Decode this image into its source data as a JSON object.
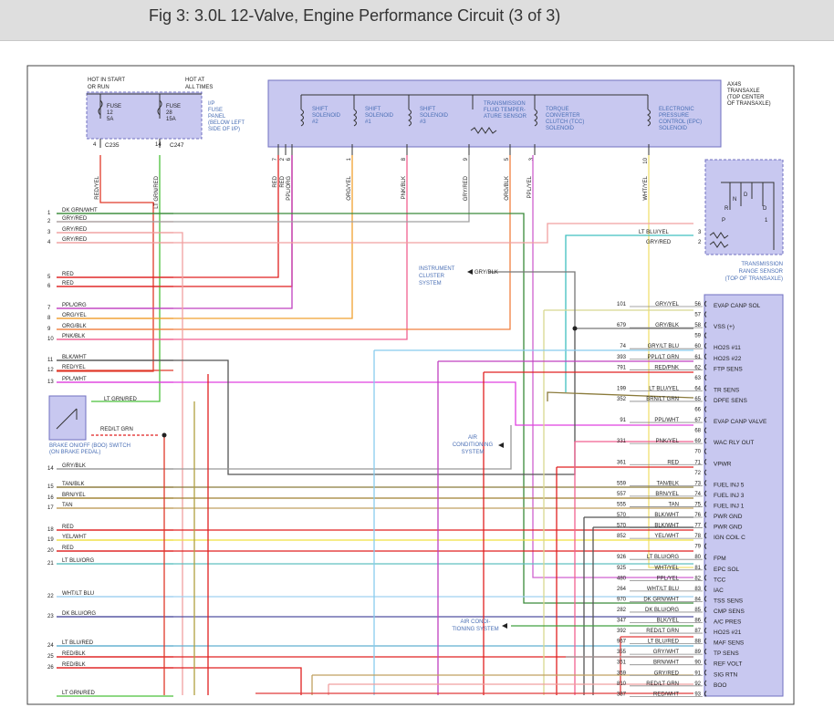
{
  "title": "Fig 3: 3.0L 12-Valve, Engine Performance Circuit (3 of 3)",
  "colors": {
    "component_fill": "#c8c8f0",
    "component_border": "#7070c0",
    "label_blue": "#4a6fb5"
  },
  "fuse_panel": {
    "hot_start_run": [
      "HOT IN START",
      "OR RUN"
    ],
    "hot_all_times": [
      "HOT AT",
      "ALL TIMES"
    ],
    "fuse1": [
      "FUSE",
      "12",
      "5A"
    ],
    "fuse2": [
      "FUSE",
      "28",
      "15A"
    ],
    "pin_left": "4",
    "pin_right": "14",
    "conn1": "C235",
    "conn2": "C247",
    "label": [
      "I/P",
      "FUSE",
      "PANEL",
      "(BELOW LEFT",
      "SIDE OF I/P)"
    ]
  },
  "transaxle": {
    "label": [
      "AX4S",
      "TRANSAXLE",
      "(TOP CENTER",
      "OF TRANSAXLE)"
    ],
    "solenoids": [
      [
        "SHIFT",
        "SOLENOID",
        "#2"
      ],
      [
        "SHIFT",
        "SOLENOID",
        "#1"
      ],
      [
        "SHIFT",
        "SOLENOID",
        "#3"
      ],
      [
        "TRANSMISSION",
        "FLUID TEMPER-",
        "ATURE SENSOR"
      ],
      [
        "TORQUE",
        "CONVERTER",
        "CLUTCH (TCC)",
        "SOLENOID"
      ],
      [
        "ELECTRONIC",
        "PRESSURE",
        "CONTROL (EPC)",
        "SOLENOID"
      ]
    ],
    "pins": [
      "7",
      "2",
      "6",
      "1",
      "8",
      "9",
      "5",
      "3",
      "10"
    ]
  },
  "vertical_wires": [
    {
      "label": "RED/YEL",
      "color": "#e03a2a"
    },
    {
      "label": "LT GRN/RED",
      "color": "#4ac03a"
    },
    {
      "label": "RED",
      "color": "#e02020"
    },
    {
      "label": "RED",
      "color": "#e02020"
    },
    {
      "label": "PPL/ORG",
      "color": "#c040c0"
    },
    {
      "label": "ORG/YEL",
      "color": "#f0a030"
    },
    {
      "label": "PNK/BLK",
      "color": "#f06090"
    },
    {
      "label": "GRY/RED",
      "color": "#a0a0a0"
    },
    {
      "label": "ORG/BLK",
      "color": "#f08040"
    },
    {
      "label": "PPL/YEL",
      "color": "#d060d0"
    },
    {
      "label": "WHT/YEL",
      "color": "#f0e070"
    }
  ],
  "range_sensor": {
    "letters": [
      "N",
      "D",
      "R",
      "D",
      "P",
      "1"
    ],
    "pins": [
      "3",
      "2"
    ],
    "wires": [
      "LT BLU/YEL",
      "GRY/RED"
    ],
    "label": [
      "TRANSMISSION",
      "RANGE SENSOR",
      "(TOP OF TRANSAXLE)"
    ]
  },
  "left_wires": [
    {
      "num": "1",
      "label": "DK GRN/WHT"
    },
    {
      "num": "2",
      "label": "GRY/RED"
    },
    {
      "num": "3",
      "label": "GRY/RED"
    },
    {
      "num": "4",
      "label": "GRY/RED"
    },
    {
      "num": "5",
      "label": "RED"
    },
    {
      "num": "6",
      "label": "RED"
    },
    {
      "num": "7",
      "label": "PPL/ORG"
    },
    {
      "num": "8",
      "label": "ORG/YEL"
    },
    {
      "num": "9",
      "label": "ORG/BLK"
    },
    {
      "num": "10",
      "label": "PNK/BLK"
    },
    {
      "num": "11",
      "label": "BLK/WHT"
    },
    {
      "num": "12",
      "label": "RED/YEL"
    },
    {
      "num": "13",
      "label": "PPL/WHT"
    },
    {
      "num": "14",
      "label": "GRY/BLK"
    },
    {
      "num": "15",
      "label": "TAN/BLK"
    },
    {
      "num": "16",
      "label": "BRN/YEL"
    },
    {
      "num": "17",
      "label": "TAN"
    },
    {
      "num": "18",
      "label": "RED"
    },
    {
      "num": "19",
      "label": "YEL/WHT"
    },
    {
      "num": "20",
      "label": "RED"
    },
    {
      "num": "21",
      "label": "LT BLU/ORG"
    },
    {
      "num": "22",
      "label": "WHT/LT BLU"
    },
    {
      "num": "23",
      "label": "DK BLU/ORG"
    },
    {
      "num": "24",
      "label": "LT BLU/RED"
    },
    {
      "num": "25",
      "label": "RED/BLK"
    },
    {
      "num": "26",
      "label": "RED/BLK"
    },
    {
      "num": "",
      "label": "LT GRN/RED"
    }
  ],
  "boo_switch": {
    "wire1": "LT GRN/RED",
    "wire2": "RED/LT GRN",
    "label": [
      "BRAKE ON/OFF (BOO) SWITCH",
      "(ON BRAKE PEDAL)"
    ]
  },
  "instrument_cluster": {
    "label": [
      "INSTRUMENT",
      "CLUSTER",
      "SYSTEM"
    ],
    "wire": "GRY/BLK"
  },
  "ac_system": {
    "label": [
      "AIR",
      "CONDITIONING",
      "SYSTEM"
    ]
  },
  "ac_system2": {
    "label": [
      "AIR CONDI-",
      "TIONING SYSTEM"
    ]
  },
  "right_rows": [
    {
      "circuit": "101",
      "wire": "GRY/YEL",
      "pin": "56",
      "func": "EVAP CANP SOL"
    },
    {
      "circuit": "",
      "wire": "",
      "pin": "57",
      "func": ""
    },
    {
      "circuit": "679",
      "wire": "GRY/BLK",
      "pin": "58",
      "func": "VSS (+)"
    },
    {
      "circuit": "",
      "wire": "",
      "pin": "59",
      "func": ""
    },
    {
      "circuit": "74",
      "wire": "GRY/LT BLU",
      "pin": "60",
      "func": "HO2S #11"
    },
    {
      "circuit": "393",
      "wire": "PPL/LT GRN",
      "pin": "61",
      "func": "HO2S #22"
    },
    {
      "circuit": "791",
      "wire": "RED/PNK",
      "pin": "62",
      "func": "FTP SENS"
    },
    {
      "circuit": "",
      "wire": "",
      "pin": "63",
      "func": ""
    },
    {
      "circuit": "199",
      "wire": "LT BLU/YEL",
      "pin": "64",
      "func": "TR SENS"
    },
    {
      "circuit": "352",
      "wire": "BRN/LT GRN",
      "pin": "65",
      "func": "DPFE SENS"
    },
    {
      "circuit": "",
      "wire": "",
      "pin": "66",
      "func": ""
    },
    {
      "circuit": "91",
      "wire": "PPL/WHT",
      "pin": "67",
      "func": "EVAP CANP VALVE"
    },
    {
      "circuit": "",
      "wire": "",
      "pin": "68",
      "func": ""
    },
    {
      "circuit": "331",
      "wire": "PNK/YEL",
      "pin": "69",
      "func": "WAC RLY OUT"
    },
    {
      "circuit": "",
      "wire": "",
      "pin": "70",
      "func": ""
    },
    {
      "circuit": "361",
      "wire": "RED",
      "pin": "71",
      "func": "VPWR"
    },
    {
      "circuit": "",
      "wire": "",
      "pin": "72",
      "func": ""
    },
    {
      "circuit": "559",
      "wire": "TAN/BLK",
      "pin": "73",
      "func": "FUEL INJ 5"
    },
    {
      "circuit": "557",
      "wire": "BRN/YEL",
      "pin": "74",
      "func": "FUEL INJ 3"
    },
    {
      "circuit": "555",
      "wire": "TAN",
      "pin": "75",
      "func": "FUEL INJ 1"
    },
    {
      "circuit": "570",
      "wire": "BLK/WHT",
      "pin": "76",
      "func": "PWR GND"
    },
    {
      "circuit": "570",
      "wire": "BLK/WHT",
      "pin": "77",
      "func": "PWR GND"
    },
    {
      "circuit": "852",
      "wire": "YEL/WHT",
      "pin": "78",
      "func": "IGN COIL C"
    },
    {
      "circuit": "",
      "wire": "",
      "pin": "79",
      "func": ""
    },
    {
      "circuit": "926",
      "wire": "LT BLU/ORG",
      "pin": "80",
      "func": "FPM"
    },
    {
      "circuit": "925",
      "wire": "WHT/YEL",
      "pin": "81",
      "func": "EPC SOL"
    },
    {
      "circuit": "480",
      "wire": "PPL/YEL",
      "pin": "82",
      "func": "TCC"
    },
    {
      "circuit": "264",
      "wire": "WHT/LT BLU",
      "pin": "83",
      "func": "IAC"
    },
    {
      "circuit": "970",
      "wire": "DK GRN/WHT",
      "pin": "84",
      "func": "TSS SENS"
    },
    {
      "circuit": "282",
      "wire": "DK BLU/ORG",
      "pin": "85",
      "func": "CMP SENS"
    },
    {
      "circuit": "347",
      "wire": "BLK/YEL",
      "pin": "86",
      "func": "A/C PRES"
    },
    {
      "circuit": "392",
      "wire": "RED/LT GRN",
      "pin": "87",
      "func": "HO2S #21"
    },
    {
      "circuit": "967",
      "wire": "LT BLU/RED",
      "pin": "88",
      "func": "MAF SENS"
    },
    {
      "circuit": "355",
      "wire": "GRY/WHT",
      "pin": "89",
      "func": "TP SENS"
    },
    {
      "circuit": "351",
      "wire": "BRN/WHT",
      "pin": "90",
      "func": "REF VOLT"
    },
    {
      "circuit": "359",
      "wire": "GRY/RED",
      "pin": "91",
      "func": "SIG RTN"
    },
    {
      "circuit": "810",
      "wire": "RED/LT GRN",
      "pin": "92",
      "func": "BOO"
    },
    {
      "circuit": "387",
      "wire": "RED/WHT",
      "pin": "93",
      "func": ""
    }
  ]
}
